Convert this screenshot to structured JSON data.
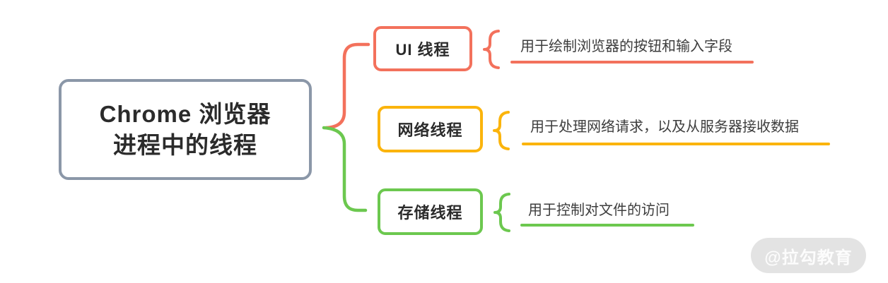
{
  "diagram": {
    "type": "mindmap",
    "root": {
      "title": "Chrome 浏览器\n进程中的线程",
      "border_color": "#8b97a8"
    },
    "branches": [
      {
        "label": "UI 线程",
        "description": "用于绘制浏览器的按钮和输入字段",
        "color": "#f3715c"
      },
      {
        "label": "网络线程",
        "description": "用于处理网络请求，以及从服务器接收数据",
        "color": "#fbb40c"
      },
      {
        "label": "存储线程",
        "description": "用于控制对文件的访问",
        "color": "#6cc84f"
      }
    ],
    "text_color": "#2b2b2b",
    "description_text_color": "#3d3d3d"
  },
  "watermark": {
    "text": "@拉勾教育",
    "bg_color": "#e3e3e3",
    "text_color": "#fcfcfc"
  }
}
